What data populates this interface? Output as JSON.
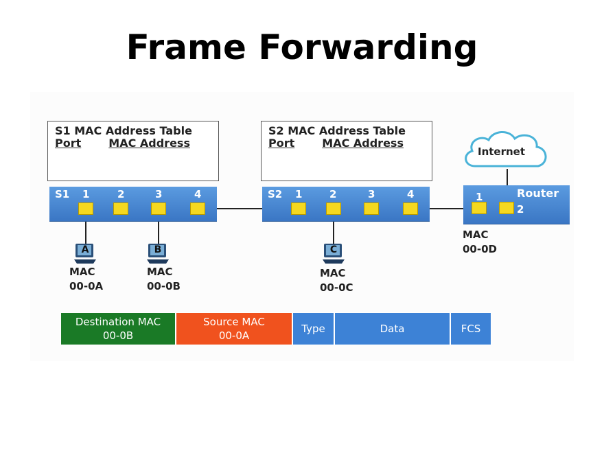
{
  "title": "Frame Forwarding",
  "tables": {
    "s1": {
      "title": "S1 MAC Address Table",
      "col_port": "Port",
      "col_mac": "MAC Address"
    },
    "s2": {
      "title": "S2 MAC Address Table",
      "col_port": "Port",
      "col_mac": "MAC Address"
    }
  },
  "switches": {
    "s1": {
      "label": "S1",
      "ports": [
        "1",
        "2",
        "3",
        "4"
      ]
    },
    "s2": {
      "label": "S2",
      "ports": [
        "1",
        "2",
        "3",
        "4"
      ]
    }
  },
  "router": {
    "label": "Router",
    "ports": [
      "1",
      "2"
    ],
    "mac_label": "MAC",
    "mac": "00-0D"
  },
  "cloud": {
    "label": "Internet"
  },
  "hosts": [
    {
      "id": "A",
      "mac_label": "MAC",
      "mac": "00-0A"
    },
    {
      "id": "B",
      "mac_label": "MAC",
      "mac": "00-0B"
    },
    {
      "id": "C",
      "mac_label": "MAC",
      "mac": "00-0C"
    }
  ],
  "frame": {
    "dest": {
      "label": "Destination MAC",
      "value": "00-0B",
      "color": "#1a7a26"
    },
    "src": {
      "label": "Source MAC",
      "value": "00-0A",
      "color": "#f0521e"
    },
    "type": {
      "label": "Type",
      "color": "#3d82d6"
    },
    "data": {
      "label": "Data",
      "color": "#3d82d6"
    },
    "fcs": {
      "label": "FCS",
      "color": "#3d82d6"
    }
  },
  "colors": {
    "switch": "#4a89d8",
    "port": "#f5d820"
  }
}
